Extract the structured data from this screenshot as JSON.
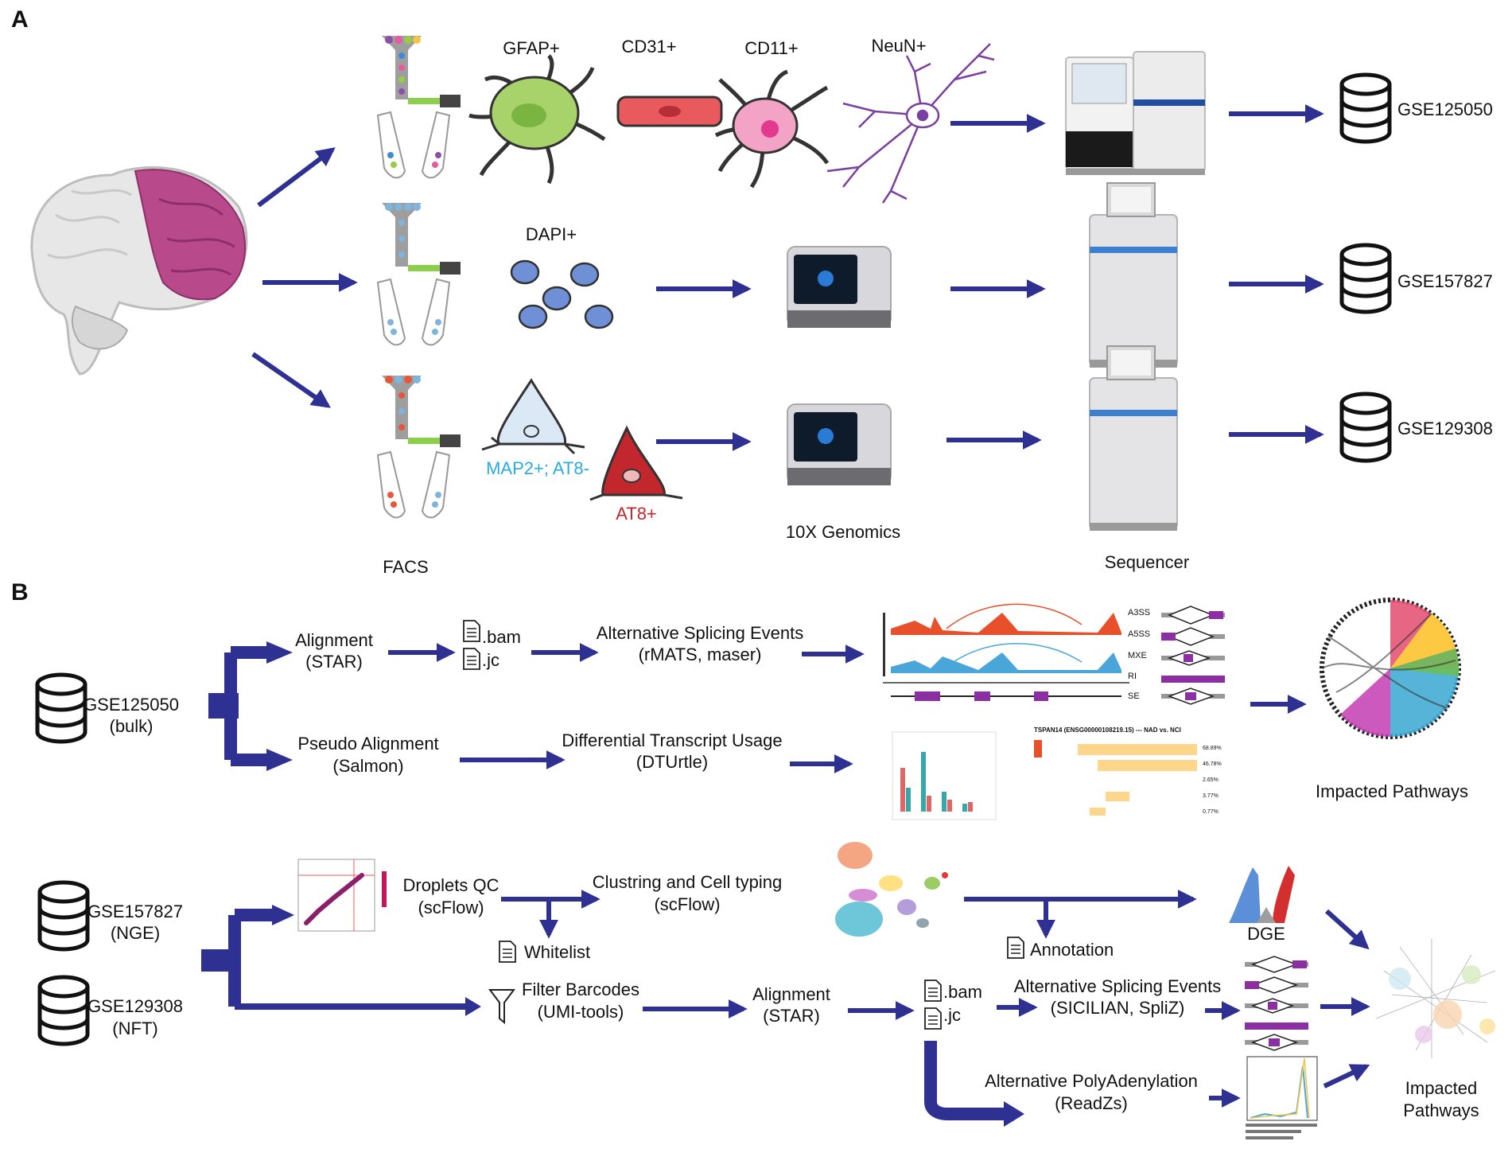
{
  "panelA": {
    "label": "A",
    "markers": [
      "GFAP+",
      "CD31+",
      "CD11+",
      "NeuN+"
    ],
    "dapi": "DAPI+",
    "map2": "MAP2+; AT8-",
    "at8": "AT8+",
    "facs": "FACS",
    "tenx": "10X Genomics",
    "sequencer": "Sequencer",
    "datasets": [
      "GSE125050",
      "GSE157827",
      "GSE129308"
    ],
    "colors": {
      "arrow": "#2e3192",
      "map2": "#29abe2",
      "at8": "#c1272d",
      "brain_region": "#b8498b"
    }
  },
  "panelB": {
    "label": "B",
    "bulk": {
      "dataset_id": "GSE125050",
      "dataset_note": "(bulk)",
      "alignment": "Alignment",
      "alignment_tool": "(STAR)",
      "bam": ".bam",
      "jc": ".jc",
      "as_events": "Alternative Splicing Events",
      "as_tools": "(rMATS, maser)",
      "pseudo": "Pseudo Alignment",
      "pseudo_tool": "(Salmon)",
      "dtu": "Differential Transcript Usage",
      "dtu_tool": "(DTUrtle)",
      "event_types": [
        "A3SS",
        "A5SS",
        "MXE",
        "RI",
        "SE"
      ],
      "impacted": "Impacted Pathways",
      "tspan_title": "TSPAN14 (ENSG00000108219.15) --- NAD vs. NCI",
      "tspan_pcts": [
        "68.89%",
        "46.78%",
        "2.65%",
        "3.77%",
        "0.77%"
      ]
    },
    "sc": {
      "dataset1_id": "GSE157827",
      "dataset1_note": "(NGE)",
      "dataset2_id": "GSE129308",
      "dataset2_note": "(NFT)",
      "droplets_qc": "Droplets QC",
      "droplets_tool": "(scFlow)",
      "whitelist": "Whitelist",
      "clustering": "Clustring and Cell typing",
      "clustering_tool": "(scFlow)",
      "annotation": "Annotation",
      "dge": "DGE",
      "filter": "Filter Barcodes",
      "filter_tool": "(UMI-tools)",
      "alignment": "Alignment",
      "alignment_tool": "(STAR)",
      "bam": ".bam",
      "jc": ".jc",
      "as_events": "Alternative Splicing Events",
      "as_tools": "(SICILIAN, SpliZ)",
      "apa": "Alternative PolyAdenylation",
      "apa_tool": "(ReadZs)",
      "impacted_1": "Impacted",
      "impacted_2": "Pathways"
    }
  }
}
